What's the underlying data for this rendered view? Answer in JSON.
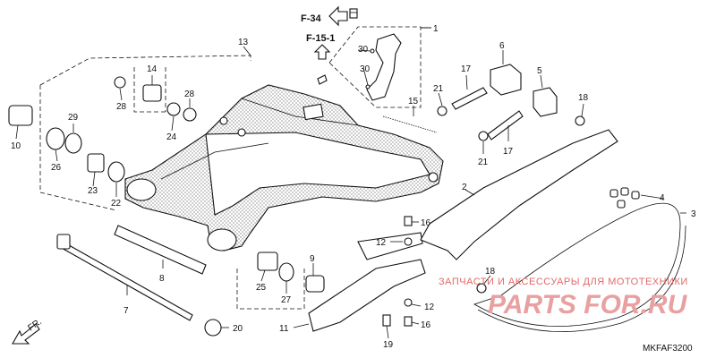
{
  "refs": {
    "f34": "F-34",
    "f151": "F-15-1"
  },
  "diagram_code": "MKFAF3200",
  "front_label": "FR.",
  "watermark": {
    "line1": "ЗАПЧАСТИ И АКСЕССУАРЫ ДЛЯ МОТОТЕХНИКИ",
    "line2": "PARTS FOR.RU"
  },
  "callouts": [
    {
      "id": "c1",
      "text": "1"
    },
    {
      "id": "c2",
      "text": "2"
    },
    {
      "id": "c3",
      "text": "3"
    },
    {
      "id": "c4",
      "text": "4"
    },
    {
      "id": "c5",
      "text": "5"
    },
    {
      "id": "c6",
      "text": "6"
    },
    {
      "id": "c7",
      "text": "7"
    },
    {
      "id": "c8",
      "text": "8"
    },
    {
      "id": "c9",
      "text": "9"
    },
    {
      "id": "c10",
      "text": "10"
    },
    {
      "id": "c11",
      "text": "11"
    },
    {
      "id": "c12a",
      "text": "12"
    },
    {
      "id": "c12b",
      "text": "12"
    },
    {
      "id": "c13",
      "text": "13"
    },
    {
      "id": "c14",
      "text": "14"
    },
    {
      "id": "c15",
      "text": "15"
    },
    {
      "id": "c16a",
      "text": "16"
    },
    {
      "id": "c16b",
      "text": "16"
    },
    {
      "id": "c17a",
      "text": "17"
    },
    {
      "id": "c17b",
      "text": "17"
    },
    {
      "id": "c18a",
      "text": "18"
    },
    {
      "id": "c18b",
      "text": "18"
    },
    {
      "id": "c19",
      "text": "19"
    },
    {
      "id": "c20",
      "text": "20"
    },
    {
      "id": "c21a",
      "text": "21"
    },
    {
      "id": "c21b",
      "text": "21"
    },
    {
      "id": "c22",
      "text": "22"
    },
    {
      "id": "c23",
      "text": "23"
    },
    {
      "id": "c24",
      "text": "24"
    },
    {
      "id": "c25",
      "text": "25"
    },
    {
      "id": "c26",
      "text": "26"
    },
    {
      "id": "c27",
      "text": "27"
    },
    {
      "id": "c28a",
      "text": "28"
    },
    {
      "id": "c28b",
      "text": "28"
    },
    {
      "id": "c29",
      "text": "29"
    },
    {
      "id": "c30a",
      "text": "30"
    },
    {
      "id": "c30b",
      "text": "30"
    }
  ]
}
